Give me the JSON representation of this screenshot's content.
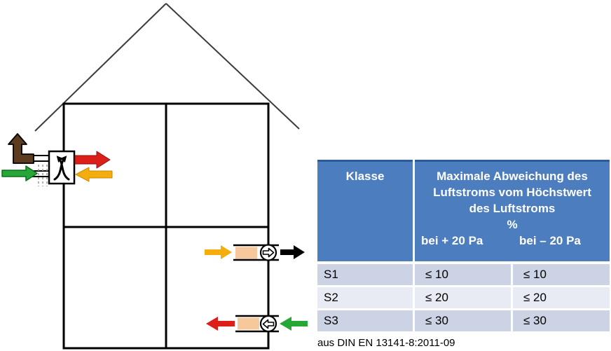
{
  "table": {
    "header": {
      "klasse_label": "Klasse",
      "title_lines": [
        "Maximale Abweichung des",
        "Luftstroms vom Höchstwert",
        "des Luftstroms"
      ],
      "unit": "%",
      "sub_left": "bei + 20 Pa",
      "sub_right": "bei – 20 Pa"
    },
    "rows": [
      {
        "klasse": "S1",
        "plus": "≤ 10",
        "minus": "≤ 10"
      },
      {
        "klasse": "S2",
        "plus": "≤ 20",
        "minus": "≤ 20"
      },
      {
        "klasse": "S3",
        "plus": "≤ 30",
        "minus": "≤ 30"
      }
    ]
  },
  "caption": "aus DIN EN 13141-8:2011-09",
  "colors": {
    "table_header_bg": "#4c7dbe",
    "table_header_border_top": "#2d5c9e",
    "table_row_dark": "#ccd3e5",
    "table_row_light": "#e9ebf4",
    "arrow_red": "#dd1f19",
    "arrow_green": "#27a737",
    "arrow_yellow": "#f4ad0c",
    "arrow_brown": "#5d3b1e",
    "arrow_black": "#000000",
    "duct_filter_fill": "#f6c89c",
    "house_line": "#000000",
    "roof_line": "#3c3c3c"
  },
  "diagram_icons": {
    "heat_exchanger": "cross-flow-heat-exchanger-icon",
    "vent_upper": "damper-arrow-right-icon",
    "vent_lower": "damper-arrow-left-icon"
  }
}
